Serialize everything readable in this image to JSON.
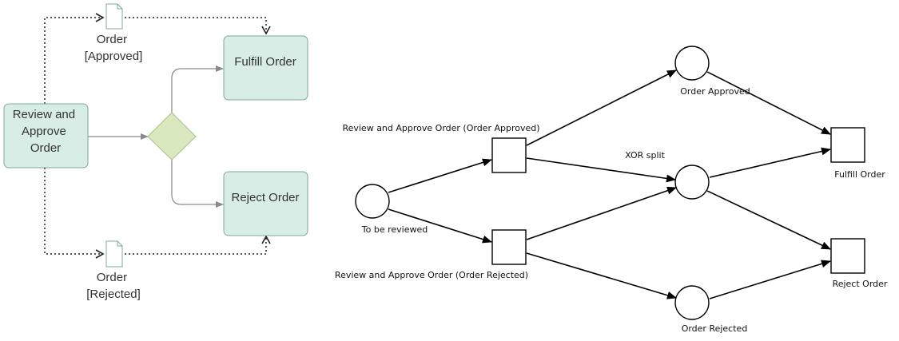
{
  "bpmn": {
    "tasks": {
      "review": [
        "Review and",
        "Approve",
        "Order"
      ],
      "fulfill": "Fulfill Order",
      "reject": "Reject Order"
    },
    "data_objects": {
      "approved": [
        "Order",
        "[Approved]"
      ],
      "rejected": [
        "Order",
        "[Rejected]"
      ]
    },
    "colors": {
      "task_fill": "#d8ede6",
      "task_stroke": "#7fa898",
      "gateway_fill": "#d9e8bf",
      "gateway_stroke": "#a9c184",
      "flow": "#8a8a8a"
    }
  },
  "petri_net": {
    "places": {
      "start": "To be reviewed",
      "approved": "Order Approved",
      "xor": "XOR split",
      "rejected": "Order Rejected"
    },
    "transitions": {
      "review_approved": "Review and Approve Order (Order Approved)",
      "review_rejected": "Review and Approve Order (Order Rejected)",
      "fulfill": "Fulfill Order",
      "reject": "Reject Order"
    }
  }
}
